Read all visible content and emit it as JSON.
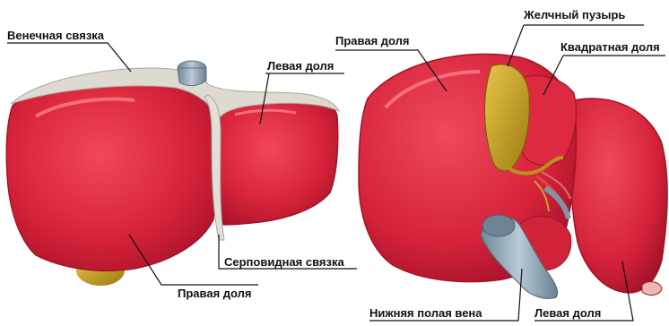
{
  "labels": {
    "coronary_ligament": "Венечная связка",
    "left_lobe_front": "Левая доля",
    "falciform_ligament": "Серповидная связка",
    "right_lobe_front": "Правая доля",
    "right_lobe_back": "Правая доля",
    "gallbladder": "Желчный пузырь",
    "quadrate_lobe": "Квадратная доля",
    "inferior_vena_cava": "Нижняя полая вена",
    "left_lobe_back": "Левая доля"
  },
  "colors": {
    "liver": "#d8243a",
    "liver_dark": "#a8122a",
    "liver_light": "#ff6b78",
    "ligament": "#d9d9d2",
    "gallbladder": "#c9a21c",
    "vein": "#8ea3b3",
    "background": "#ffffff"
  }
}
